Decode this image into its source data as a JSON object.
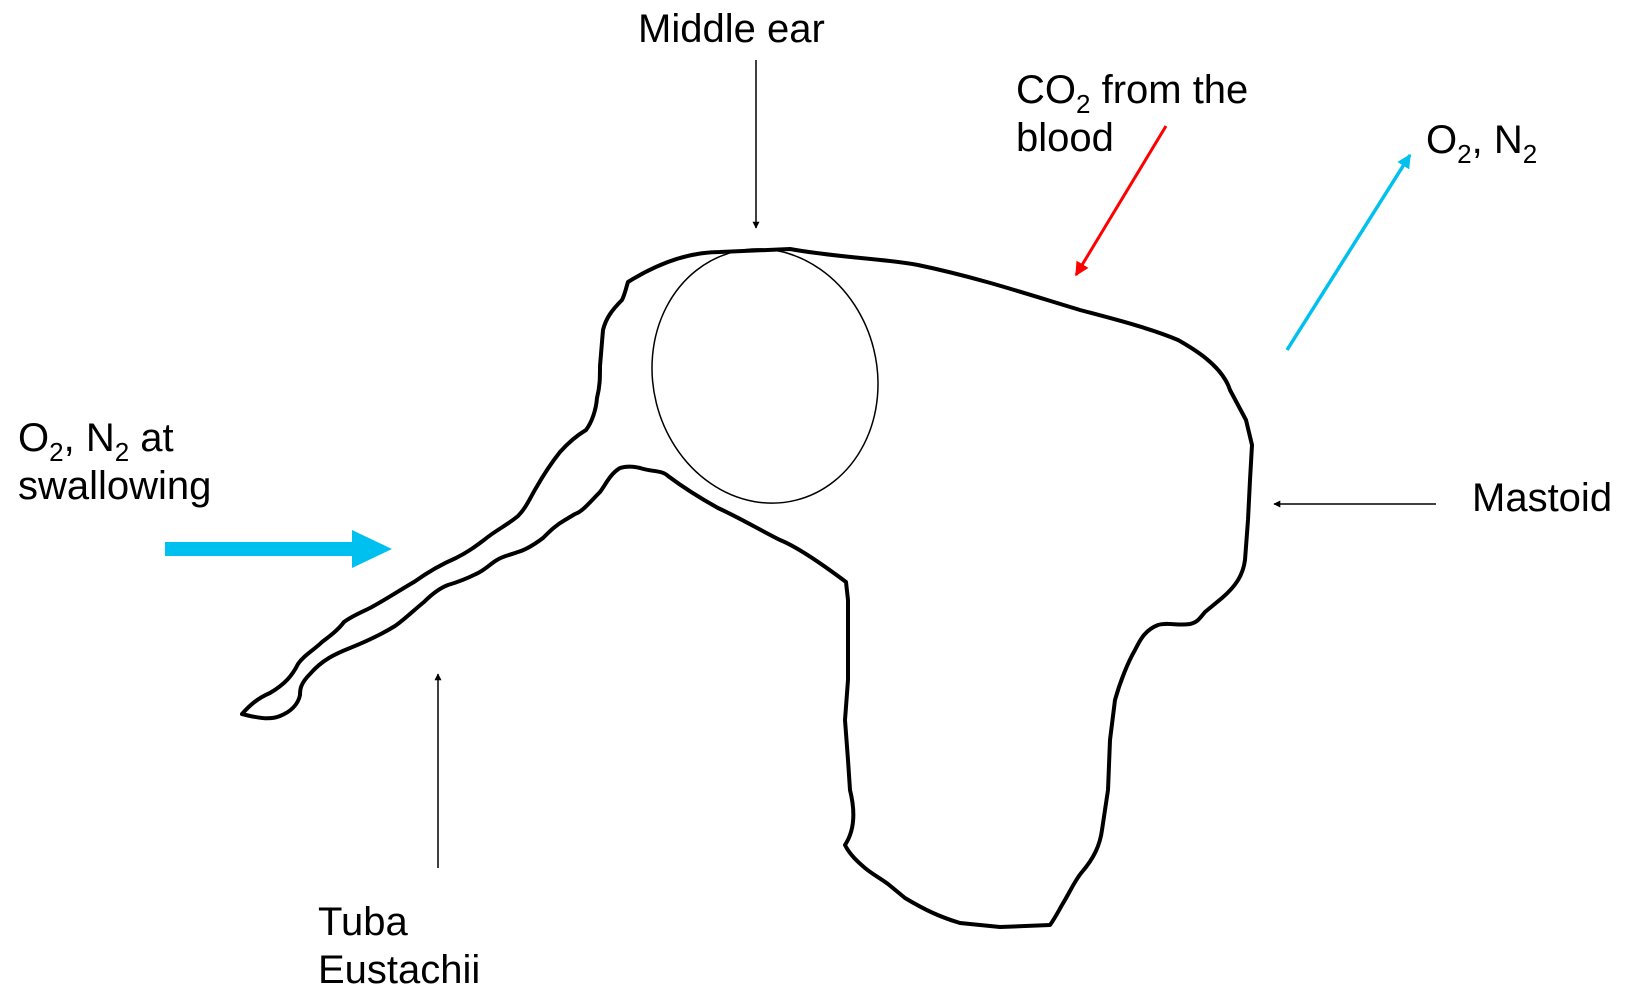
{
  "labels": {
    "middle_ear": "Middle ear",
    "co2": {
      "prefix": "CO",
      "sub": "2",
      "line1_rest": " from the",
      "line2": "blood"
    },
    "o2_n2_out": {
      "o": "O",
      "o_sub": "2",
      "sep": ", N",
      "n_sub": "2"
    },
    "o2_n2_in": {
      "o": "O",
      "o_sub": "2",
      "sep": ", N",
      "n_sub": "2",
      "rest": " at",
      "line2": "swallowing"
    },
    "mastoid": "Mastoid",
    "tuba": {
      "line1": "Tuba",
      "line2": "Eustachii"
    }
  },
  "colors": {
    "outline": "#000000",
    "co2_arrow": "#ff0000",
    "o2_arrow": "#00c0f0"
  },
  "icons": {
    "middle_ear_arrow": "arrow-down-icon",
    "co2_arrow": "arrow-in-icon",
    "o2_out_arrow": "arrow-out-icon",
    "o2_in_arrow": "arrow-right-icon",
    "mastoid_arrow": "arrow-left-icon",
    "tuba_arrow": "arrow-up-icon"
  }
}
